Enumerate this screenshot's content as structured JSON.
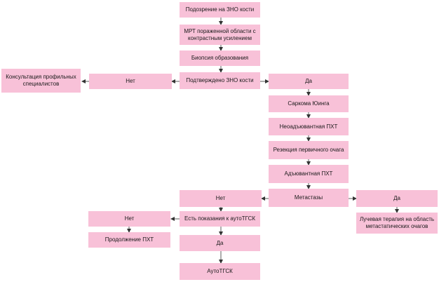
{
  "nodes": {
    "suspicion": "Подозрение на ЗНО кости",
    "mri": "МРТ пораженной области с контрастным усилением",
    "biopsy": "Биопсия образования",
    "confirmed": "Подтверждено ЗНО кости",
    "no_confirmed": "Нет",
    "consultation": "Консультация профильных специалистов",
    "yes_confirmed": "Да",
    "ewing": "Саркома Юинга",
    "neoadjuvant": "Неоадъювантная ПХТ",
    "resection": "Резекция первичного очага",
    "adjuvant": "Адъювантная ПХТ",
    "metastases": "Метастазы",
    "no_metastases": "Нет",
    "yes_metastases": "Да",
    "radiotherapy": "Лучевая терапия на область метастатических очагов",
    "ttsk_indication": "Есть показания к аутоТГСК",
    "no_ttsk": "Нет",
    "continue_pxt": "Продолжение ПХТ",
    "yes_ttsk": "Да",
    "auto_ttsk": "АутоТГСК"
  }
}
